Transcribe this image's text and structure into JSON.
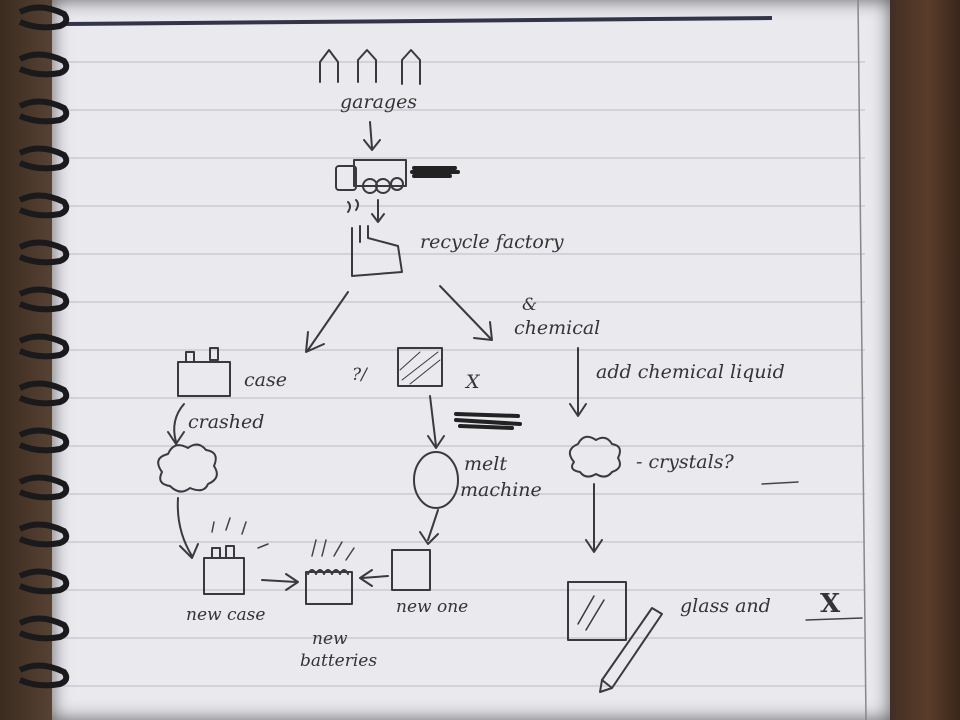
{
  "labels": {
    "garages": "garages",
    "recycle_factory": "recycle factory",
    "chemical": "chemical",
    "add_chemical_liquid": "add chemical liquid",
    "case": "case",
    "question_mark": "?/",
    "x_mark": "X",
    "crashed": "crashed",
    "melt": "melt",
    "machine": "machine",
    "crystals": "- crystals?",
    "new_case": "new case",
    "new_one": "new one",
    "new": "new",
    "batteries": "batteries",
    "glass_and": "glass and",
    "x_mark_2": "X"
  },
  "colors": {
    "paper": "#e9e9ee",
    "ink": "#3a3a3e",
    "rule_line": "#b9bcc8",
    "spiral": "#1a1a1c"
  }
}
